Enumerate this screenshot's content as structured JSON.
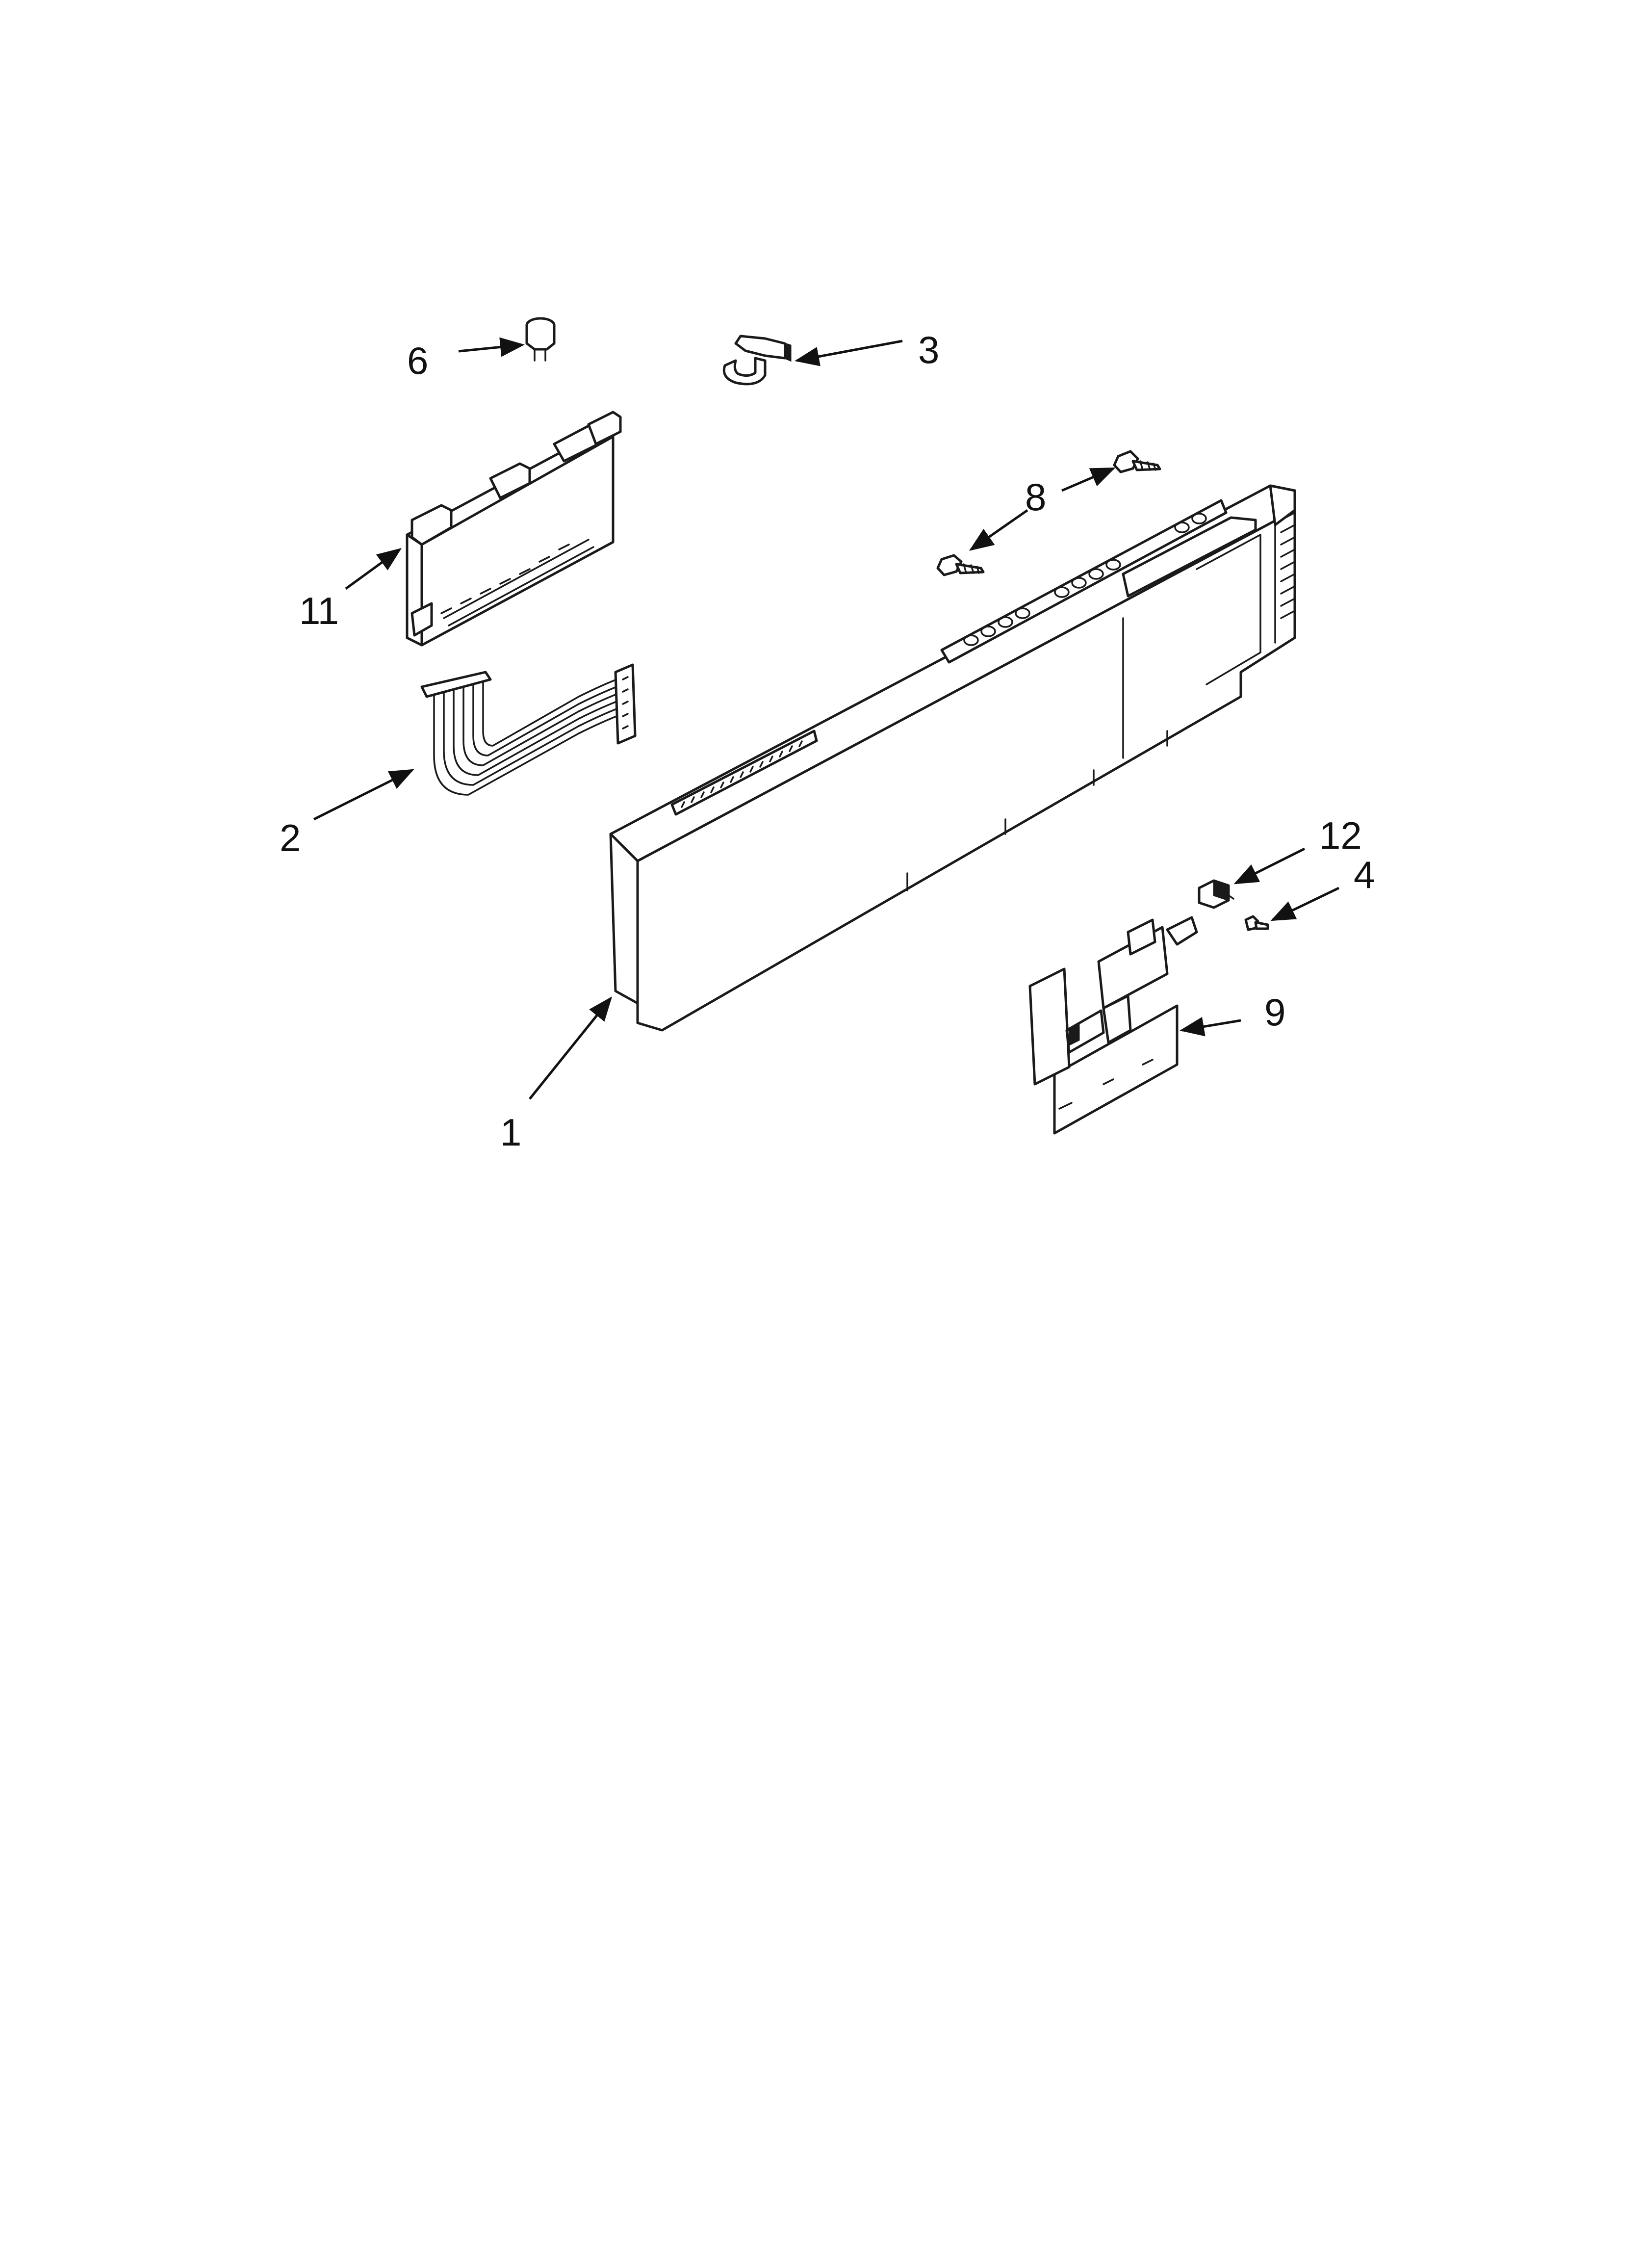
{
  "diagram": {
    "callouts": [
      {
        "id": "6",
        "label": "6"
      },
      {
        "id": "3",
        "label": "3"
      },
      {
        "id": "8",
        "label": "8"
      },
      {
        "id": "11",
        "label": "11"
      },
      {
        "id": "2",
        "label": "2"
      },
      {
        "id": "12",
        "label": "12"
      },
      {
        "id": "4",
        "label": "4"
      },
      {
        "id": "9",
        "label": "9"
      },
      {
        "id": "1",
        "label": "1"
      }
    ]
  }
}
